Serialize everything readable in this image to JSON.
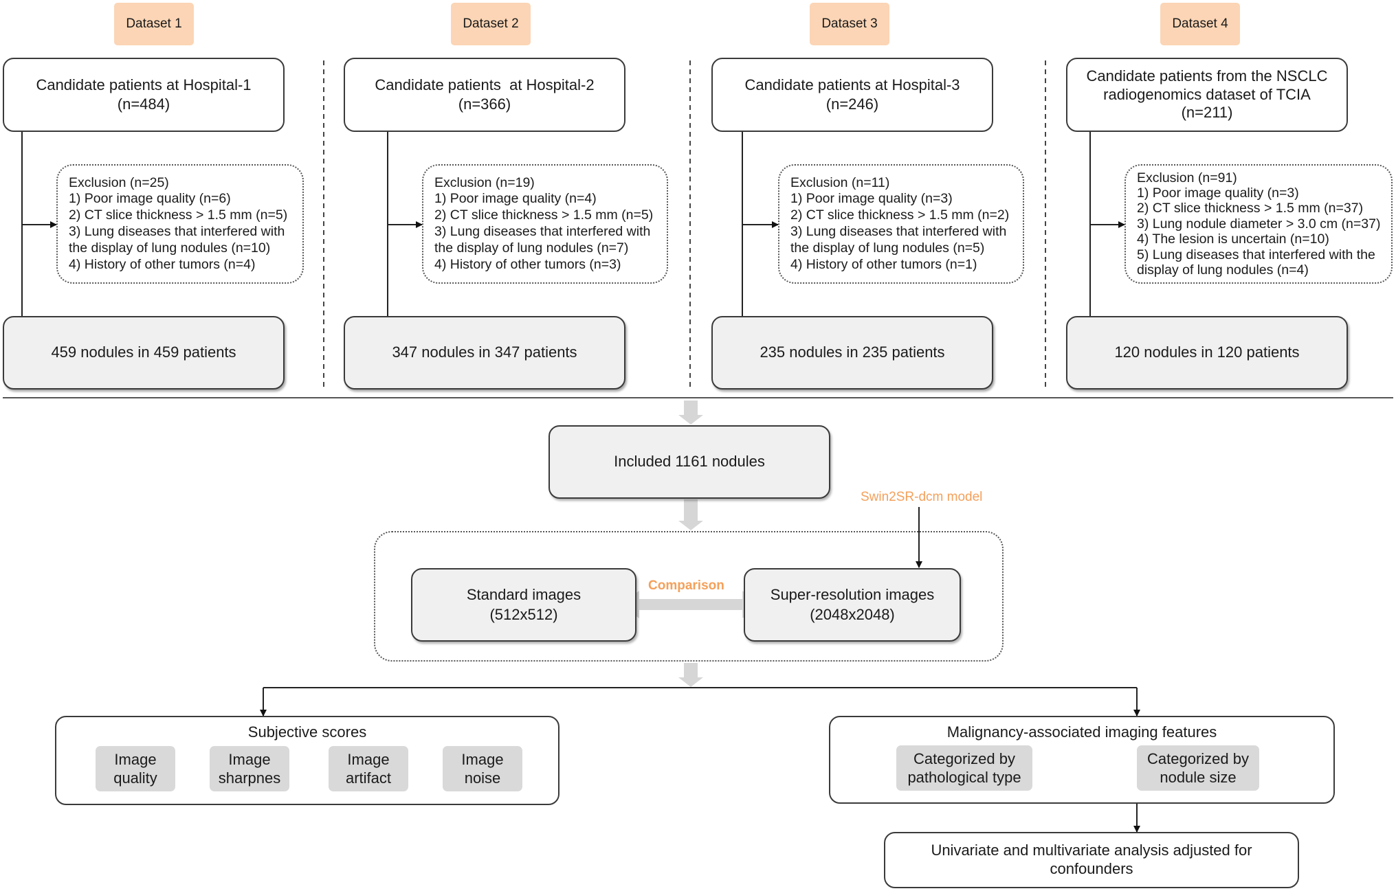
{
  "datasets": [
    {
      "tag": "Dataset 1",
      "candidate": [
        "Candidate patients at Hospital-1",
        "(n=484)"
      ],
      "exclusion": [
        "Exclusion (n=25)",
        "1) Poor image quality (n=6)",
        "2) CT slice thickness > 1.5 mm (n=5)",
        "3) Lung diseases that interfered with",
        "the display of lung nodules (n=10)",
        "4) History of other tumors (n=4)"
      ],
      "result": "459 nodules in 459 patients"
    },
    {
      "tag": "Dataset 2",
      "candidate": [
        "Candidate patients  at Hospital-2",
        "(n=366)"
      ],
      "exclusion": [
        "Exclusion (n=19)",
        "1) Poor image quality (n=4)",
        "2) CT slice thickness > 1.5 mm (n=5)",
        "3) Lung diseases that interfered with",
        "the display of lung nodules (n=7)",
        "4) History of other tumors (n=3)"
      ],
      "result": "347 nodules in 347 patients"
    },
    {
      "tag": "Dataset 3",
      "candidate": [
        "Candidate patients at Hospital-3",
        "(n=246)"
      ],
      "exclusion": [
        "Exclusion (n=11)",
        "1) Poor image quality (n=3)",
        "2) CT slice thickness > 1.5 mm (n=2)",
        "3) Lung diseases that interfered with",
        "the display of lung nodules (n=5)",
        "4) History of other tumors (n=1)"
      ],
      "result": "235 nodules in 235 patients"
    },
    {
      "tag": "Dataset 4",
      "candidate": [
        "Candidate patients from the NSCLC",
        "radiogenomics dataset of TCIA",
        "(n=211)"
      ],
      "exclusion": [
        "Exclusion (n=91)",
        "1) Poor image quality (n=3)",
        "2) CT slice thickness > 1.5 mm (n=37)",
        "3) Lung nodule diameter > 3.0 cm (n=37)",
        "4) The lesion is uncertain (n=10)",
        "5) Lung diseases that interfered with the",
        "display of lung nodules (n=4)"
      ],
      "result": "120 nodules in 120 patients"
    }
  ],
  "included": "Included 1161 nodules",
  "model_label": "Swin2SR-dcm model",
  "standard": [
    "Standard images",
    "(512x512)"
  ],
  "super_res": [
    "Super-resolution images",
    "(2048x2048)"
  ],
  "comparison": "Comparison",
  "subjective": {
    "title": "Subjective scores",
    "chips": [
      [
        "Image",
        "quality"
      ],
      [
        "Image",
        "sharpnes"
      ],
      [
        "Image",
        "artifact"
      ],
      [
        "Image",
        "noise"
      ]
    ]
  },
  "malignancy": {
    "title": "Malignancy-associated imaging features",
    "chips": [
      [
        "Categorized by",
        "pathological type"
      ],
      [
        "Categorized by",
        "nodule size"
      ]
    ]
  },
  "analysis": [
    "Univariate and multivariate analysis adjusted for",
    "confounders"
  ],
  "colors": {
    "tag_fill": "#fbd5b5",
    "accent_orange": "#f4a05a",
    "box_gray": "#f0f0f0",
    "chip_gray": "#d9d9d9",
    "connector_gray": "#d6d6d6"
  }
}
